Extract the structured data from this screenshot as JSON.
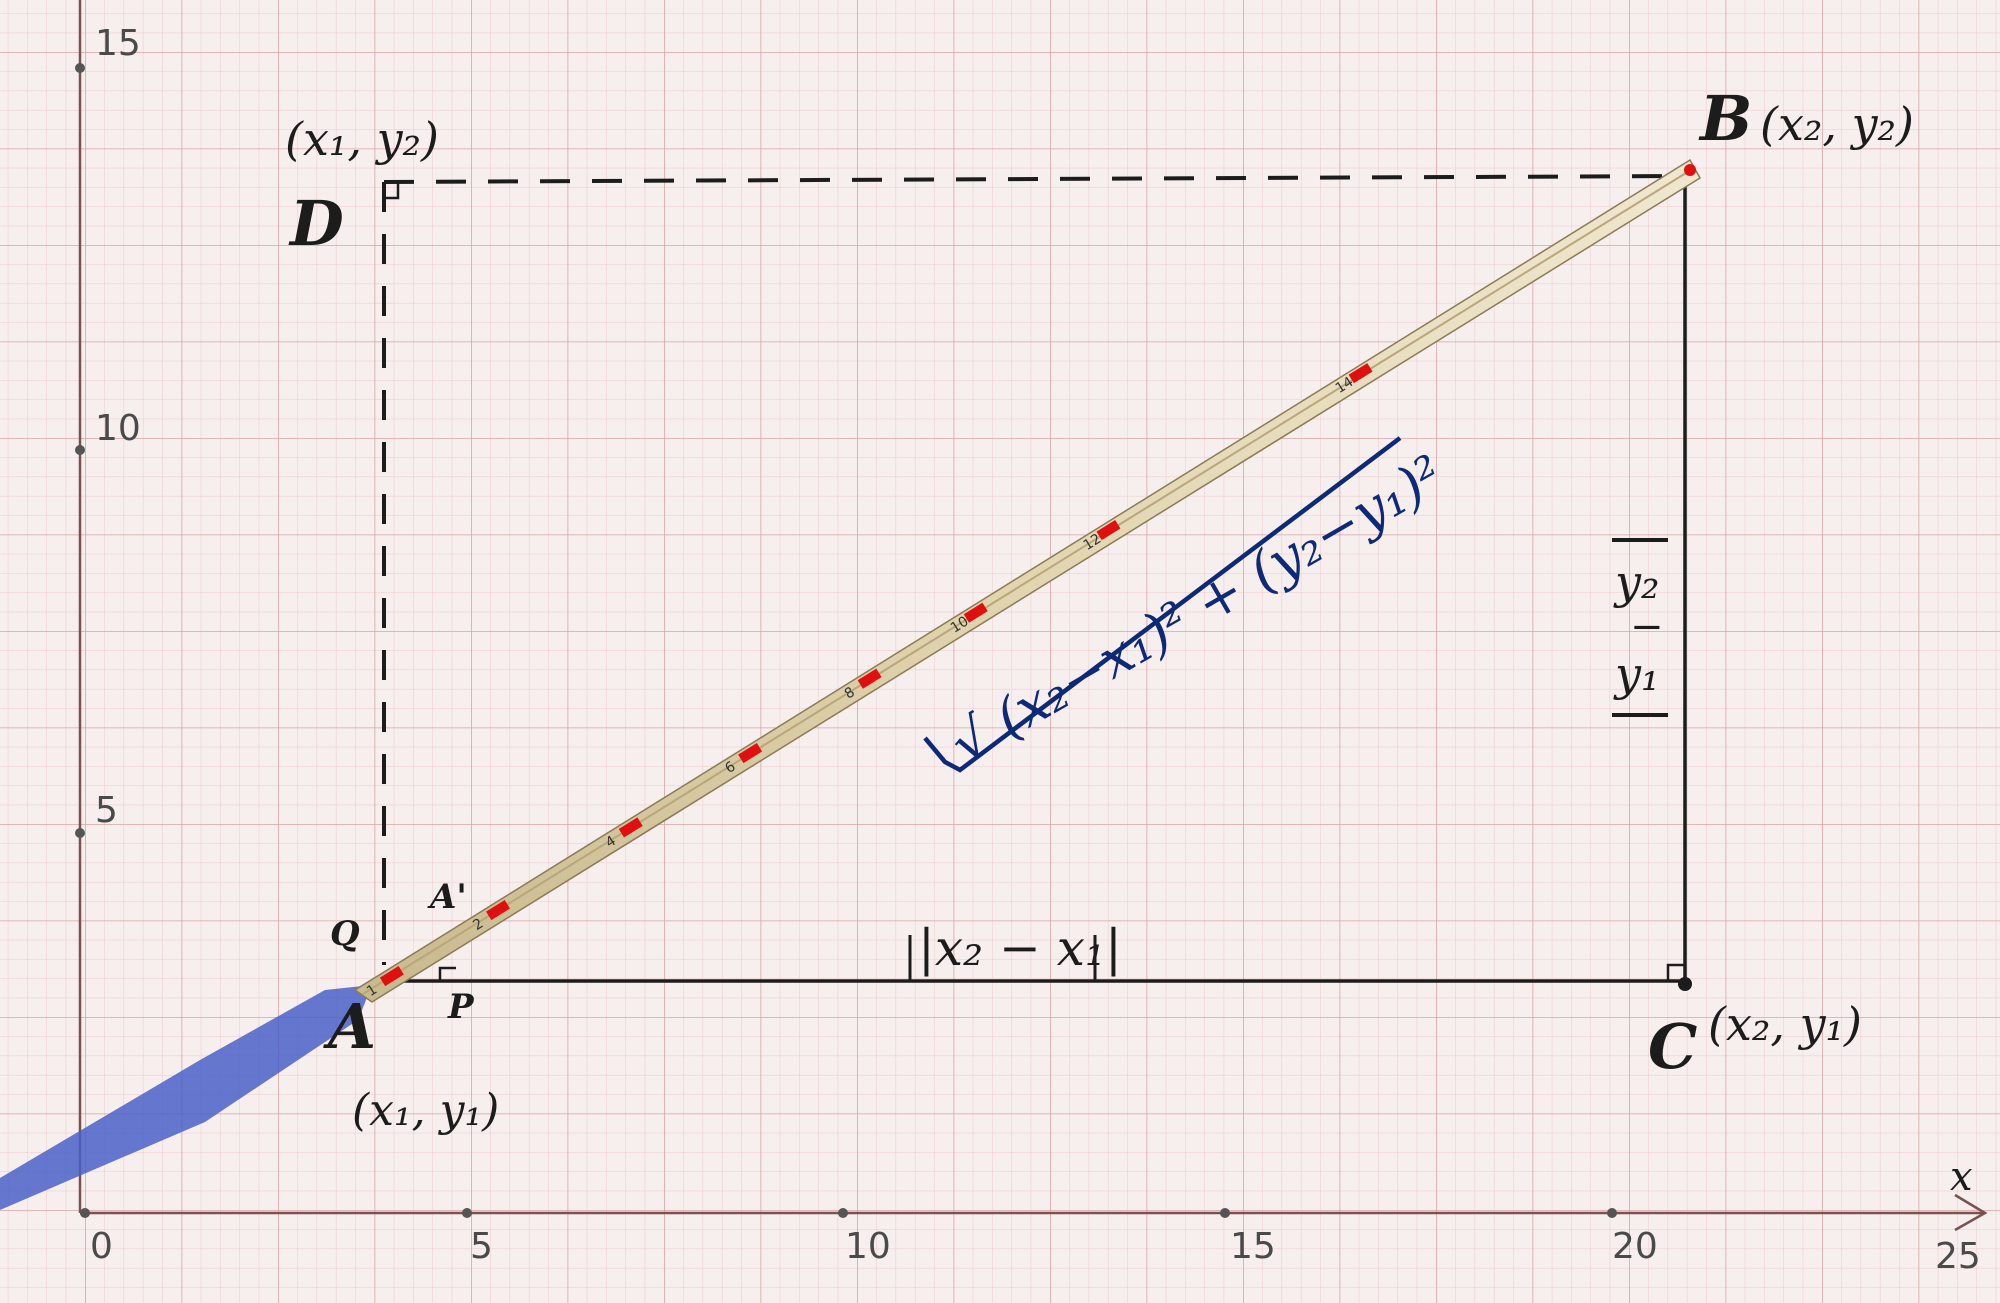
{
  "axes": {
    "x_name": "x",
    "x_ticks": [
      "0",
      "5",
      "10",
      "15",
      "20",
      "25"
    ],
    "y_ticks": [
      "5",
      "10",
      "15"
    ]
  },
  "points": {
    "A": {
      "letter": "A",
      "coord": "(x₁, y₁)"
    },
    "B": {
      "letter": "B",
      "coord": "(x₂, y₂)"
    },
    "C": {
      "letter": "C",
      "coord": "(x₂, y₁)"
    },
    "D": {
      "letter": "D",
      "coord": "(x₁, y₂)"
    },
    "P": {
      "letter": "P"
    },
    "Q": {
      "letter": "Q"
    },
    "A_prime": {
      "letter": "A'"
    }
  },
  "labels": {
    "horizontal_distance": "|x₂ − x₁|",
    "vertical_distance_top": "y₂",
    "vertical_distance_minus": "−",
    "vertical_distance_bottom": "y₁",
    "distance_formula": "√ (x₂−x₁)² + (y₂−y₁)²"
  },
  "ruler": {
    "marks": [
      "1",
      "2",
      "4",
      "6",
      "8",
      "10",
      "12",
      "14"
    ]
  },
  "colors": {
    "paper": "#f7eeee",
    "grid_minor": "#eccaca",
    "grid_major": "#d9a4a4",
    "ink": "#1c1c1c",
    "formula_ink": "#0c2a78",
    "shadow": "#4a60c8",
    "ruler_marks": "#e01010"
  }
}
